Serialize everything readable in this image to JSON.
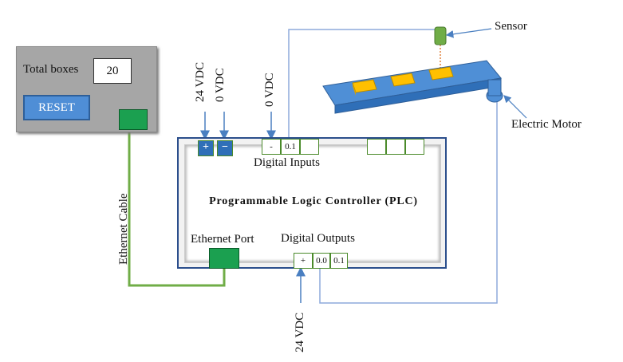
{
  "hmi": {
    "total_label": "Total boxes",
    "total_value": "20",
    "reset_label": "RESET"
  },
  "plc": {
    "title": "Programmable  Logic  Controller  (PLC)",
    "digital_inputs_label": "Digital Inputs",
    "digital_outputs_label": "Digital Outputs",
    "ethernet_port_label": "Ethernet Port",
    "input_terminals": [
      "-",
      "0.1",
      ""
    ],
    "output_terminals": [
      "+",
      "0.0",
      "0.1"
    ],
    "extra_terminals": [
      "",
      "",
      ""
    ],
    "power_terminals": [
      "+",
      "−"
    ]
  },
  "labels": {
    "v24_top": "24 VDC",
    "v0_top": "0 VDC",
    "v0_inputs": "0 VDC",
    "v24_bottom": "24 VDC",
    "ethernet_cable": "Ethernet Cable",
    "sensor": "Sensor",
    "motor": "Electric Motor"
  },
  "colors": {
    "wire_blue": "#8eaadb",
    "arrow_blue": "#4a7fc1",
    "ethernet_green": "#70ad47",
    "port_green": "#1ba050",
    "box_yellow": "#ffc000",
    "conveyor_blue": "#4f8fd6"
  }
}
